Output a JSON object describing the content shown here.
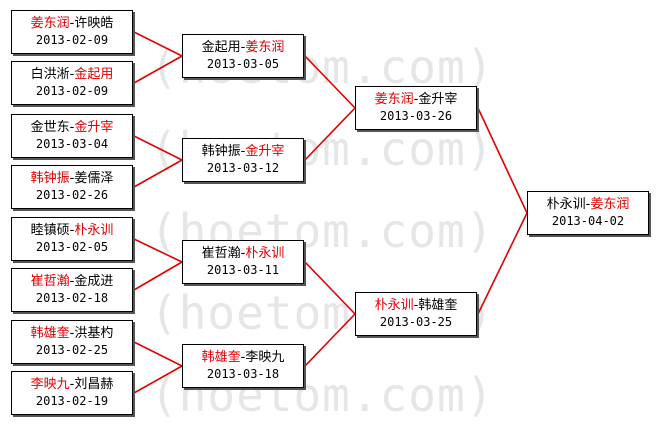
{
  "watermark": "(hoetom.com)",
  "colors": {
    "winner": "#e00000",
    "line": "#e00000"
  },
  "round1": [
    {
      "a": "姜东润",
      "sep": "-",
      "b": "许映皓",
      "winner": "a",
      "date": "2013-02-09"
    },
    {
      "a": "白洪淅",
      "sep": "-",
      "b": "金起用",
      "winner": "b",
      "date": "2013-02-09"
    },
    {
      "a": "金世东",
      "sep": "-",
      "b": "金升宰",
      "winner": "b",
      "date": "2013-03-04"
    },
    {
      "a": "韩钟振",
      "sep": "-",
      "b": "姜儒泽",
      "winner": "a",
      "date": "2013-02-26"
    },
    {
      "a": "睦镇硕",
      "sep": "-",
      "b": "朴永训",
      "winner": "b",
      "date": "2013-02-05"
    },
    {
      "a": "崔哲瀚",
      "sep": "-",
      "b": "金成进",
      "winner": "a",
      "date": "2013-02-18"
    },
    {
      "a": "韩雄奎",
      "sep": "-",
      "b": "洪基杓",
      "winner": "a",
      "date": "2013-02-25"
    },
    {
      "a": "李映九",
      "sep": "-",
      "b": "刘昌赫",
      "winner": "a",
      "date": "2013-02-19"
    }
  ],
  "round2": [
    {
      "a": "金起用",
      "sep": "-",
      "b": "姜东润",
      "winner": "b",
      "date": "2013-03-05"
    },
    {
      "a": "韩钟振",
      "sep": "-",
      "b": "金升宰",
      "winner": "b",
      "date": "2013-03-12"
    },
    {
      "a": "崔哲瀚",
      "sep": "-",
      "b": "朴永训",
      "winner": "b",
      "date": "2013-03-11"
    },
    {
      "a": "韩雄奎",
      "sep": "-",
      "b": "李映九",
      "winner": "a",
      "date": "2013-03-18"
    }
  ],
  "round3": [
    {
      "a": "姜东润",
      "sep": "-",
      "b": "金升宰",
      "winner": "a",
      "date": "2013-03-26"
    },
    {
      "a": "朴永训",
      "sep": "-",
      "b": "韩雄奎",
      "winner": "a",
      "date": "2013-03-25"
    }
  ],
  "final": [
    {
      "a": "朴永训",
      "sep": "-",
      "b": "姜东润",
      "winner": "b",
      "date": "2013-04-02"
    }
  ]
}
